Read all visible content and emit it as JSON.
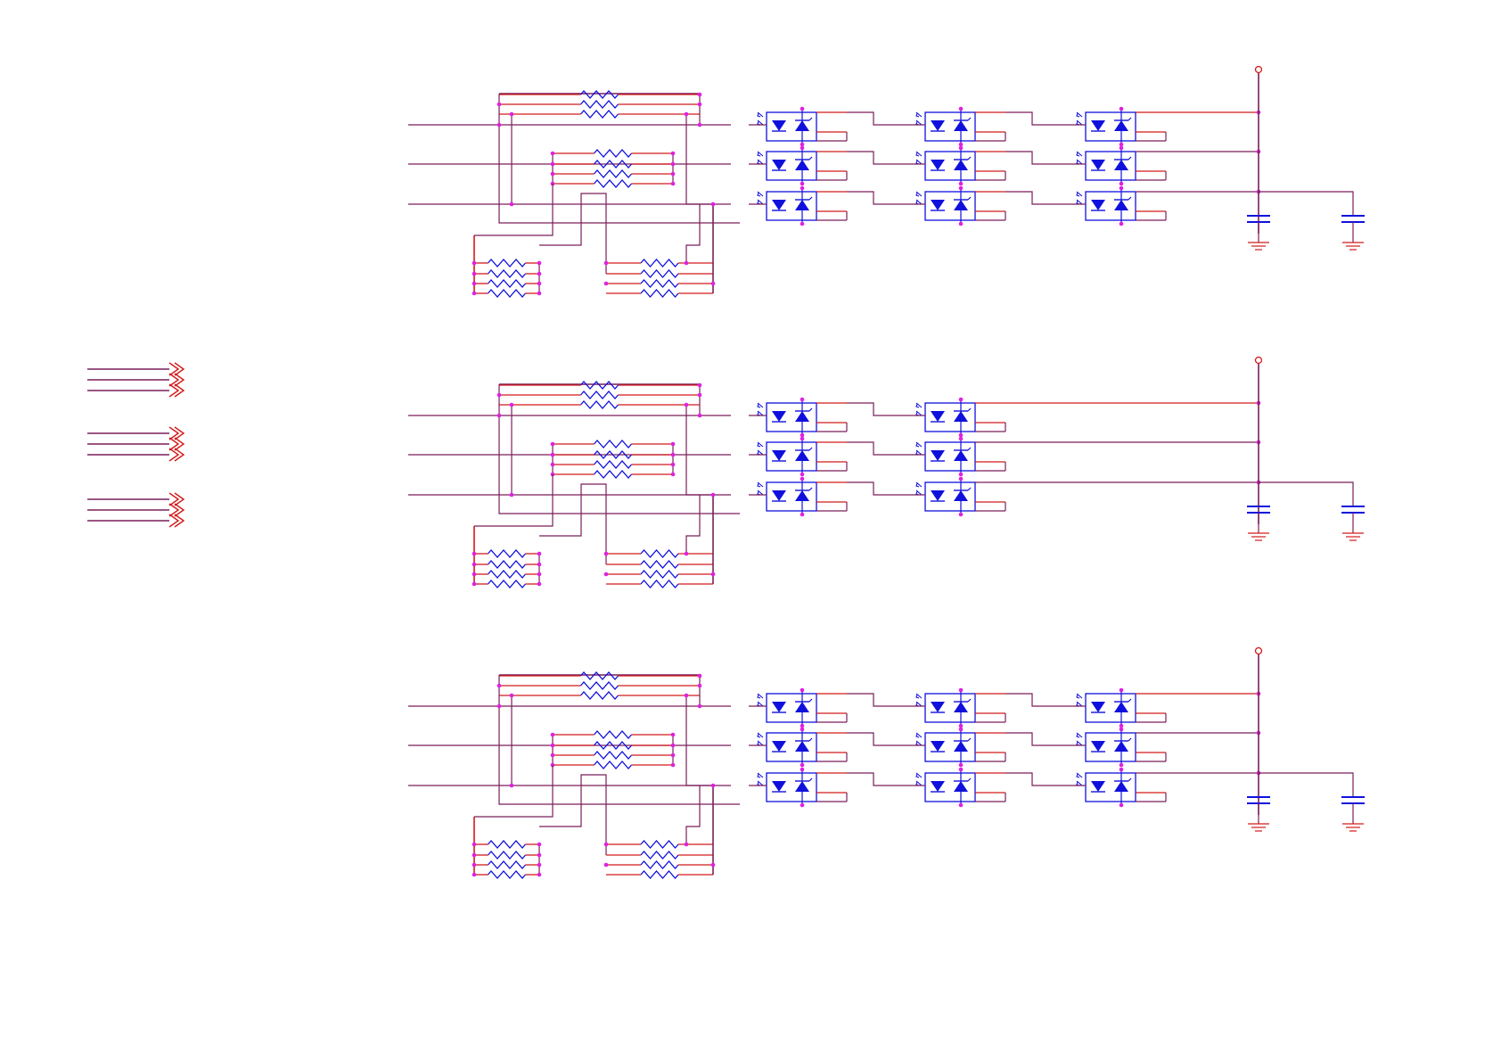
{
  "colors": {
    "wire": "#7a1f5a",
    "component": "#1010dd",
    "power": "#d21a1a",
    "junction": "#e020e0",
    "background": "#ffffff"
  },
  "diagram": {
    "type": "electrical-schematic",
    "blocks": [
      {
        "name": "block-top",
        "input_lines": 3,
        "optocoupler_columns": 3
      },
      {
        "name": "block-middle",
        "input_lines": 3,
        "optocoupler_columns": 2
      },
      {
        "name": "block-bottom",
        "input_lines": 3,
        "optocoupler_columns": 3
      }
    ],
    "bus_entry_groups": 3,
    "icons": {
      "resistor": "resistor-icon",
      "optocoupler": "optocoupler-icon",
      "capacitor": "capacitor-icon",
      "ground": "ground-icon",
      "power_port": "power-port-icon",
      "bus_entry": "bus-entry-icon"
    }
  }
}
